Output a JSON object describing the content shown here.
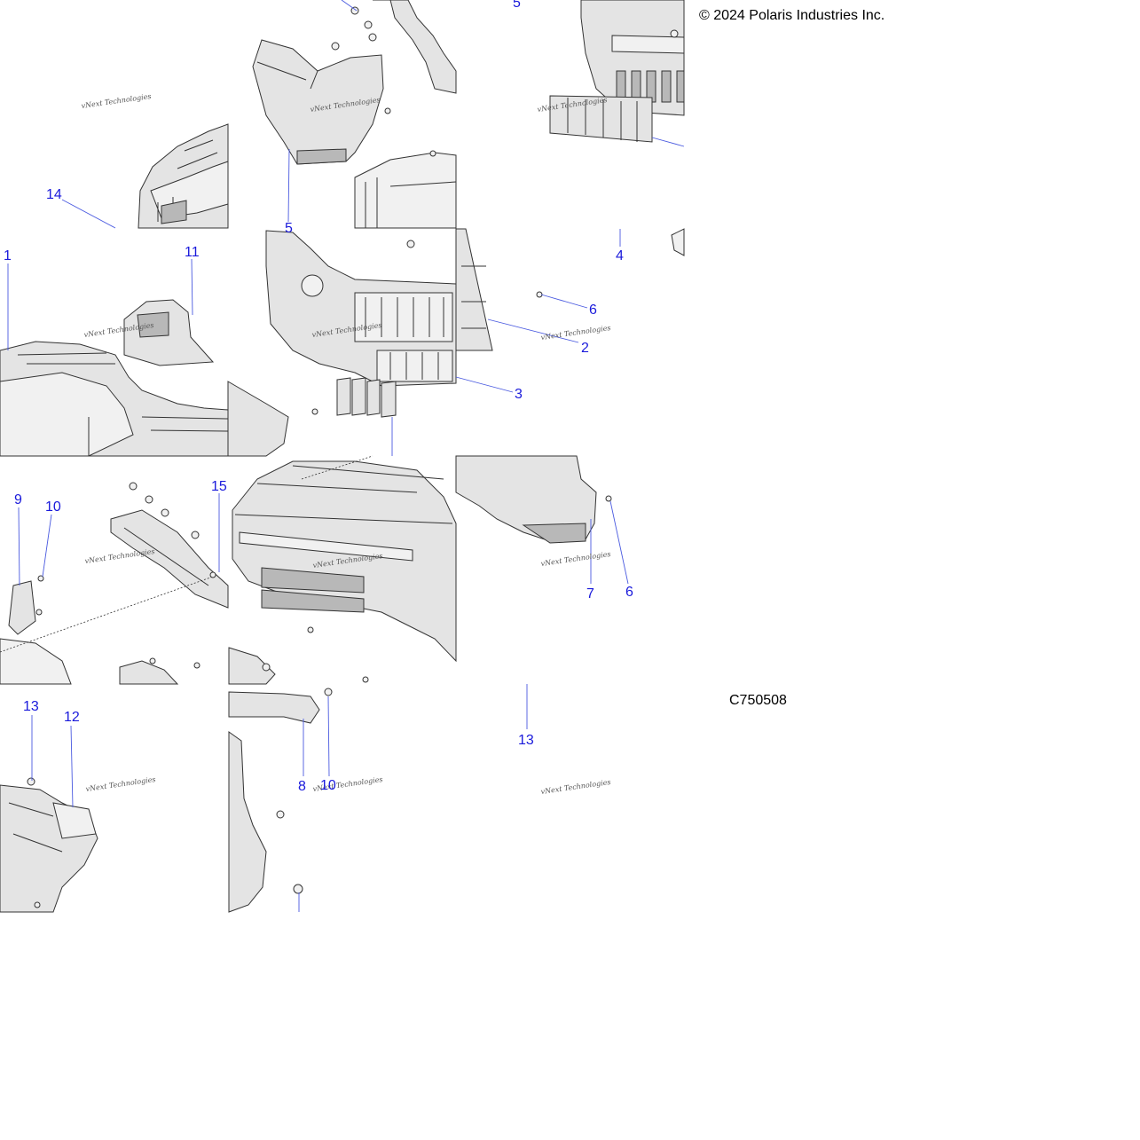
{
  "copyright": "© 2024 Polaris Industries Inc.",
  "drawing_id": "C750508",
  "watermark": "vNext Technologies",
  "callouts": [
    "5",
    "14",
    "5",
    "1",
    "11",
    "4",
    "6",
    "2",
    "3",
    "9",
    "10",
    "15",
    "7",
    "6",
    "13",
    "12",
    "8",
    "10",
    "13"
  ],
  "colors": {
    "callout": "#1a1adb",
    "leader": "#4a5ae0",
    "line_art": "#333333",
    "fill": "#e4e4e4"
  }
}
